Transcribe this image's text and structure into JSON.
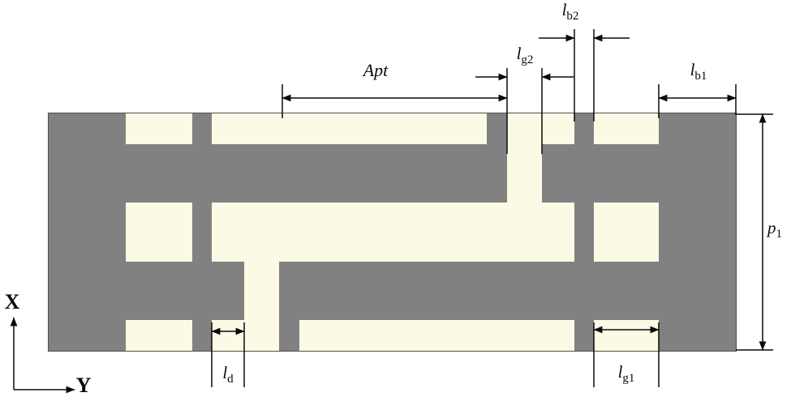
{
  "figure": {
    "description": "Unit-cell geometry diagram with dimension annotations",
    "colors": {
      "metal": "#818181",
      "slot": "#fcfae4",
      "annotation": "#0a0a0a",
      "background": "#ffffff"
    },
    "labels": {
      "lb2": {
        "base": "l",
        "sub": "b2"
      },
      "apt": {
        "base": "Apt",
        "sub": ""
      },
      "lg2": {
        "base": "l",
        "sub": "g2"
      },
      "lb1": {
        "base": "l",
        "sub": "b1"
      },
      "p1": {
        "base": "p",
        "sub": "1"
      },
      "ld": {
        "base": "l",
        "sub": "d"
      },
      "lg1": {
        "base": "l",
        "sub": "g1"
      },
      "axis_x": "X",
      "axis_y": "Y"
    }
  }
}
